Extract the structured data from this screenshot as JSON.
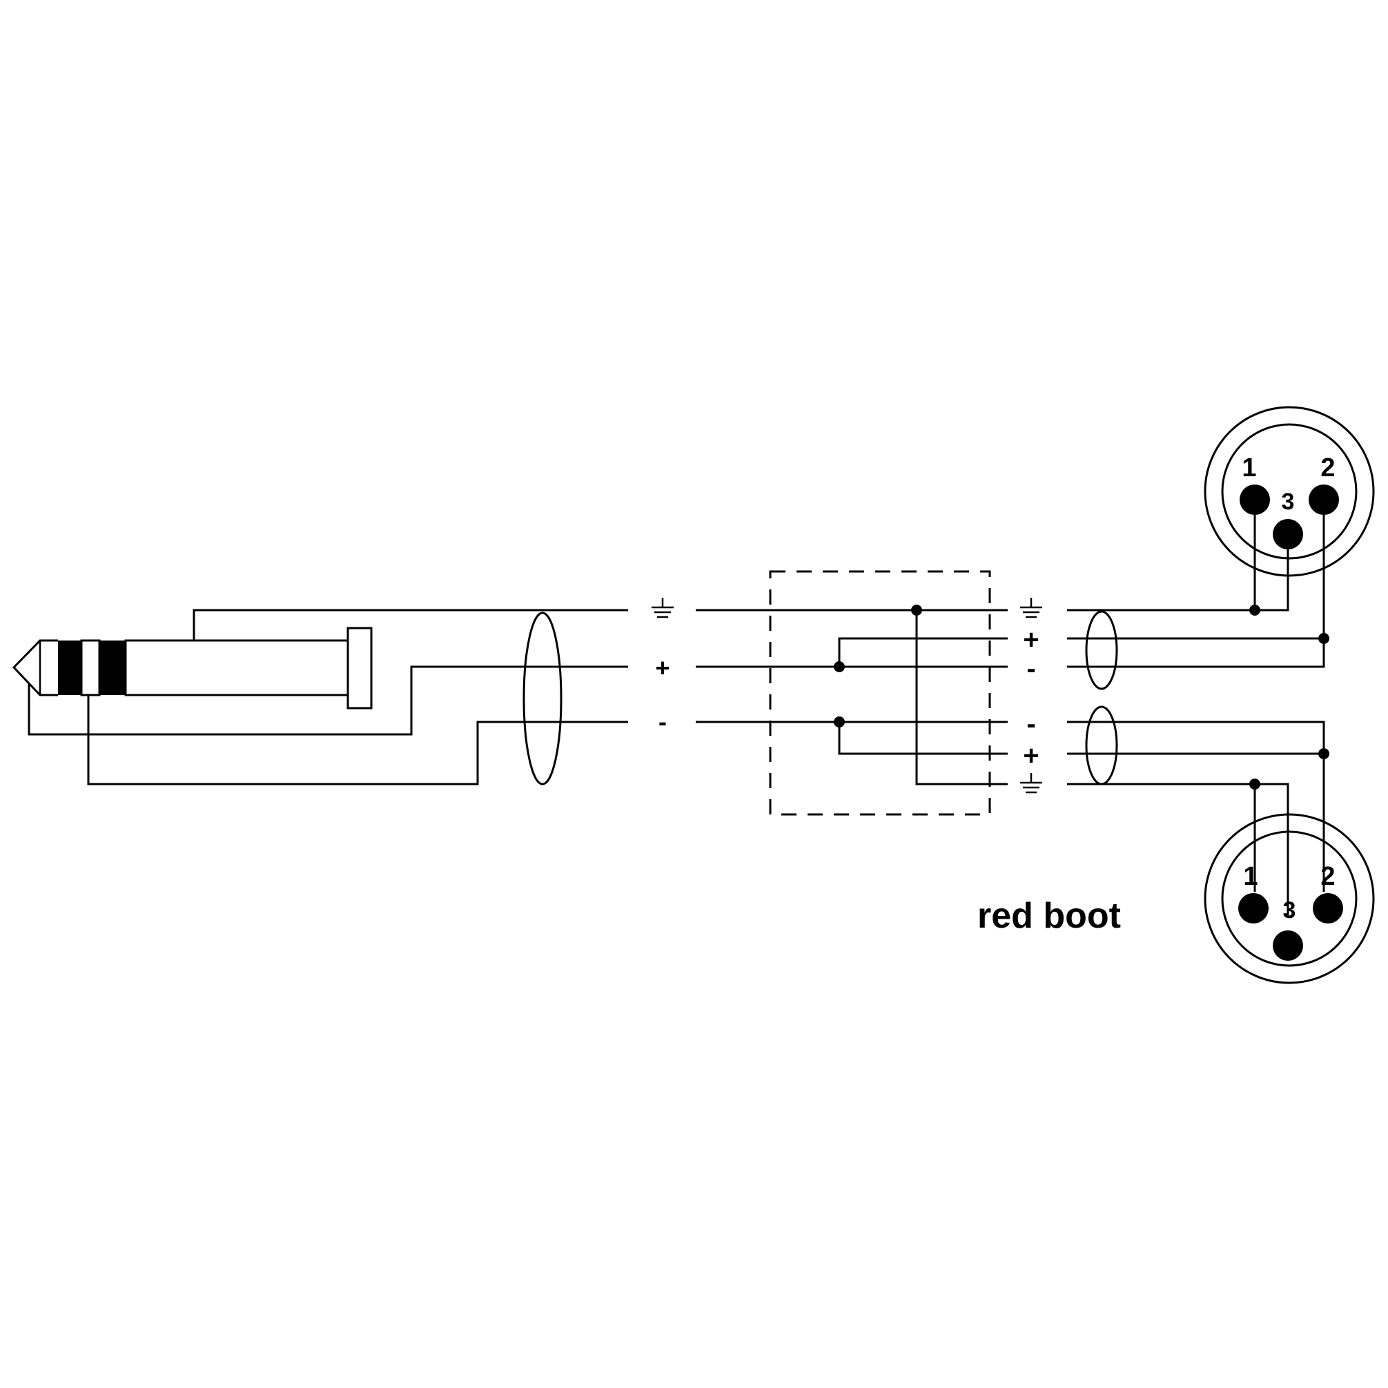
{
  "left_labels": {
    "ground": "⏚",
    "plus": "+",
    "minus": "-"
  },
  "right_top_labels": {
    "ground": "⏚",
    "plus": "+",
    "minus": "-"
  },
  "right_bottom_labels": {
    "minus": "-",
    "plus": "+",
    "ground": "⏚"
  },
  "xlr_top": {
    "pin1": "1",
    "pin2": "2",
    "pin3": "3"
  },
  "xlr_bottom": {
    "pin1": "1",
    "pin2": "2",
    "pin3": "3"
  },
  "boot_label": "red boot"
}
